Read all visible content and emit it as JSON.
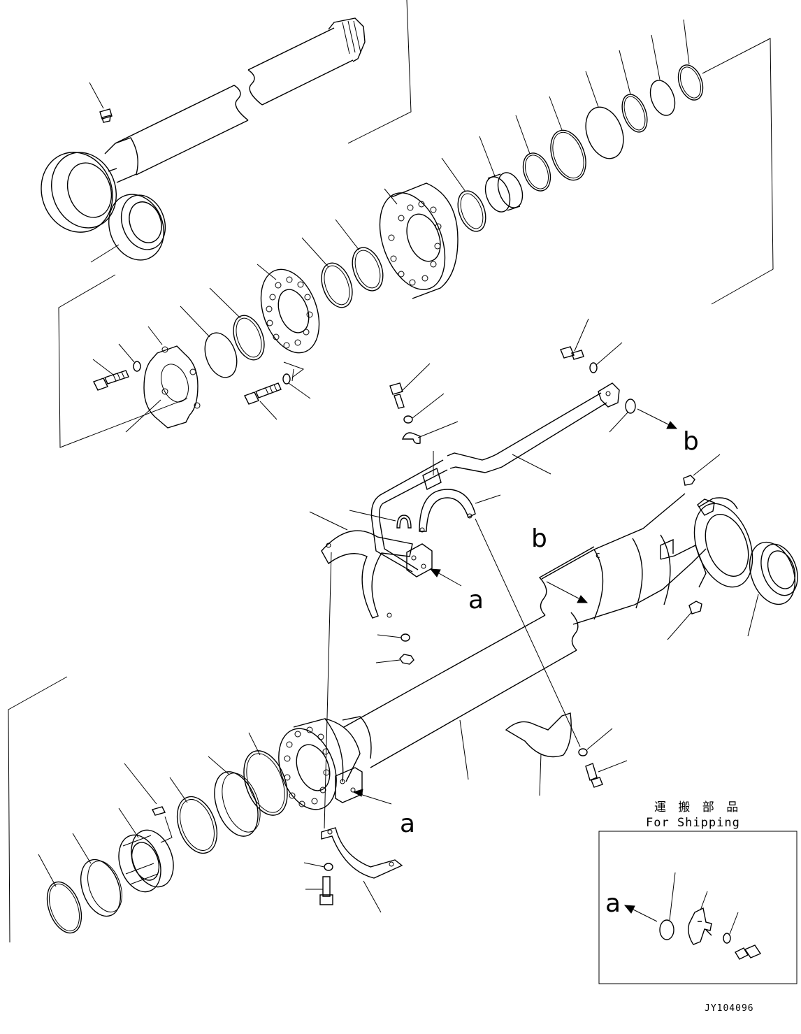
{
  "callouts": {
    "a_top": "a",
    "a_bottom": "a",
    "a_inset": "a",
    "b_right": "b",
    "b_body": "b",
    "c_mark": "c"
  },
  "inset": {
    "title_ja": "運 搬 部 品",
    "title_en": "For Shipping"
  },
  "drawing_number": "JY104096"
}
